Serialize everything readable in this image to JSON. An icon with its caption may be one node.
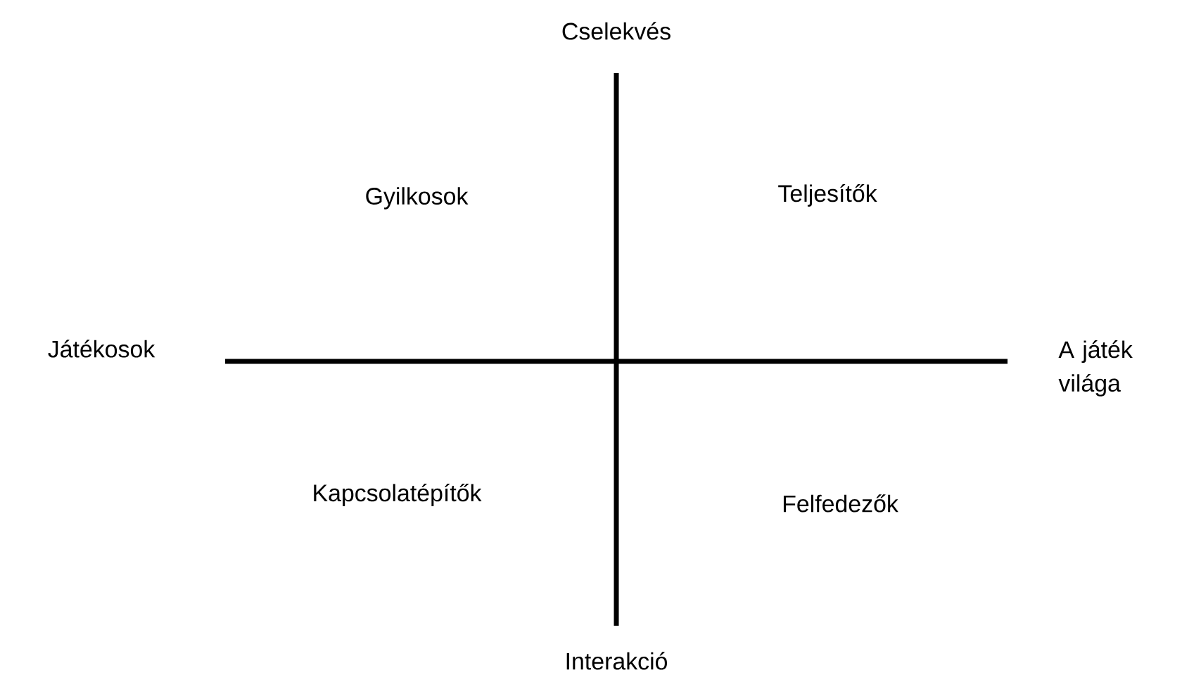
{
  "diagram": {
    "labels": [
      "Cselekvés",
      "Gyilkosok",
      "Teljesítők",
      "Játékosok",
      "A játék világa",
      "Kapcsolatépítők",
      "Felfedezők",
      "Interakció"
    ]
  }
}
